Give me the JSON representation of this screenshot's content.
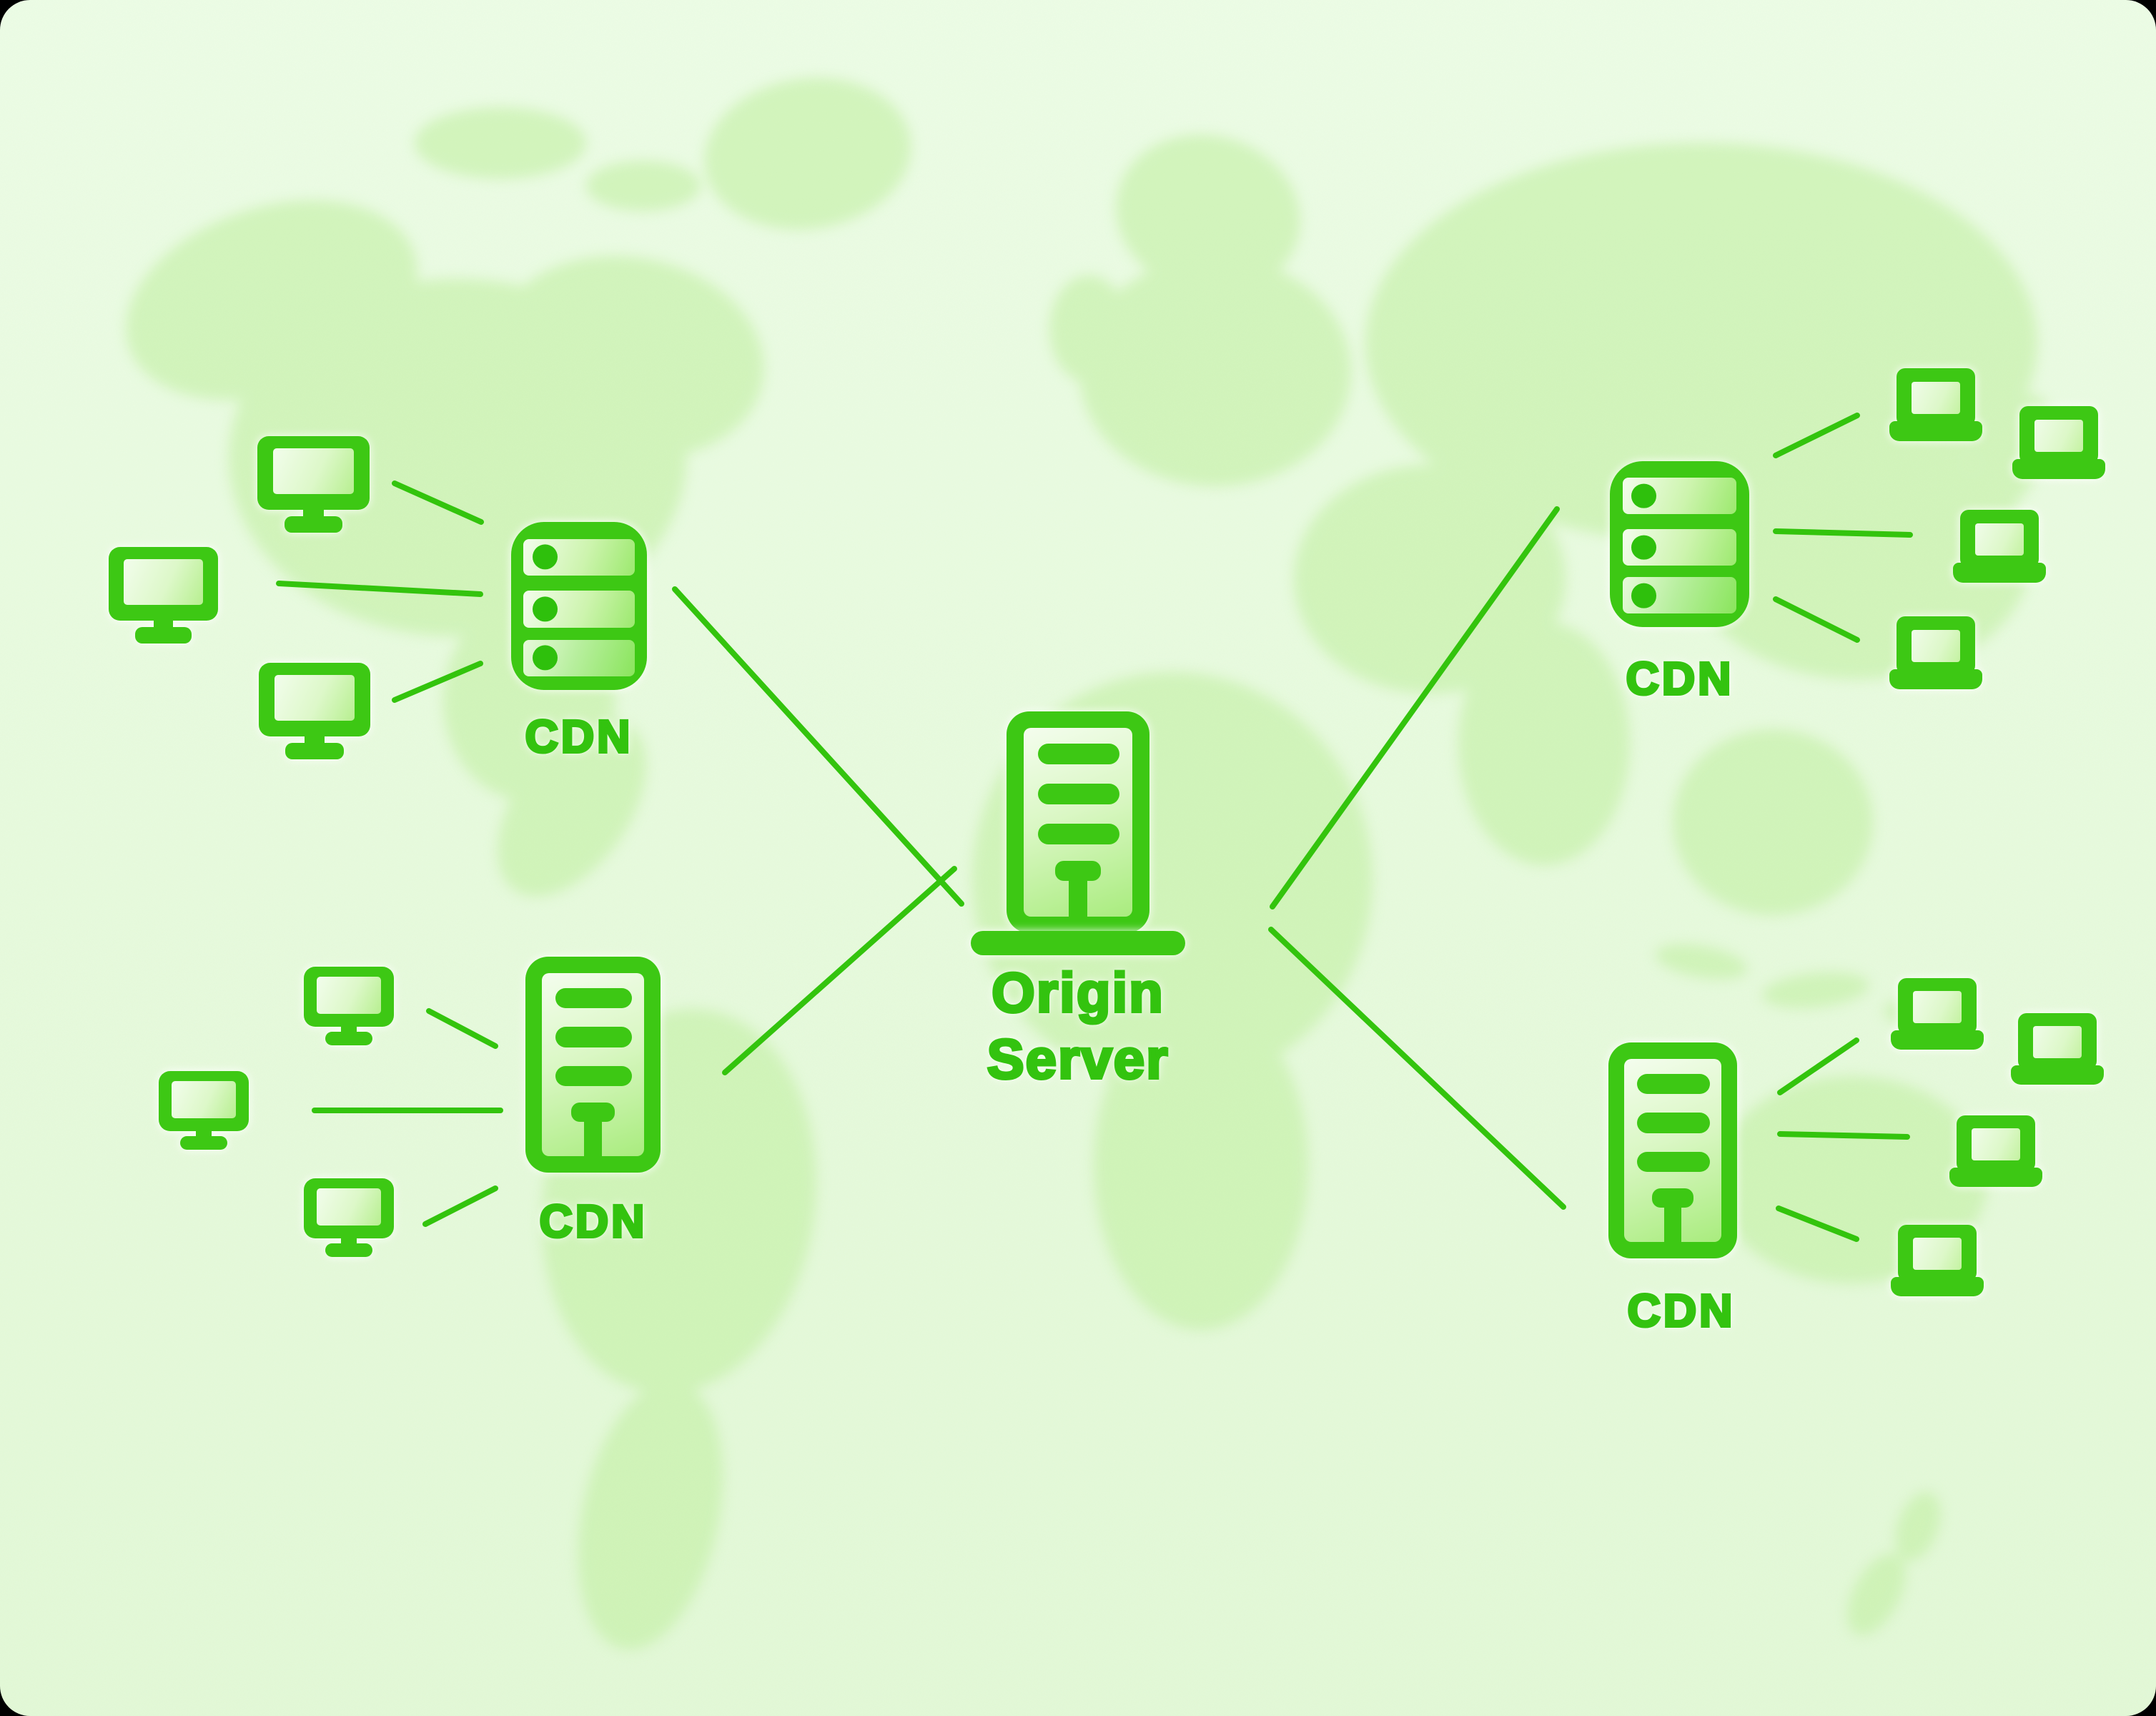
{
  "diagram": {
    "type": "cdn-network-architecture",
    "origin_server": {
      "label_line1": "Origin",
      "label_line2": "Server",
      "icon": "server-tower-on-base"
    },
    "cdn_nodes": [
      {
        "position": "top-left",
        "label": "CDN",
        "icon": "server-rack",
        "connected_clients": 3,
        "client_type": "desktop-monitor"
      },
      {
        "position": "bottom-left",
        "label": "CDN",
        "icon": "server-tower",
        "connected_clients": 3,
        "client_type": "desktop-monitor"
      },
      {
        "position": "top-right",
        "label": "CDN",
        "icon": "server-rack",
        "connected_clients": 4,
        "client_type": "laptop"
      },
      {
        "position": "bottom-right",
        "label": "CDN",
        "icon": "server-tower",
        "connected_clients": 4,
        "client_type": "laptop"
      }
    ],
    "clients": {
      "desktop_monitors": 6,
      "laptops": 8
    },
    "background": "watercolor-world-map",
    "colors": {
      "accent_green": "#3dc814",
      "line_green": "#33c40d",
      "map_green": "#c3f0a4",
      "canvas_background": "#e9fae0",
      "page_background": "#000000"
    }
  }
}
